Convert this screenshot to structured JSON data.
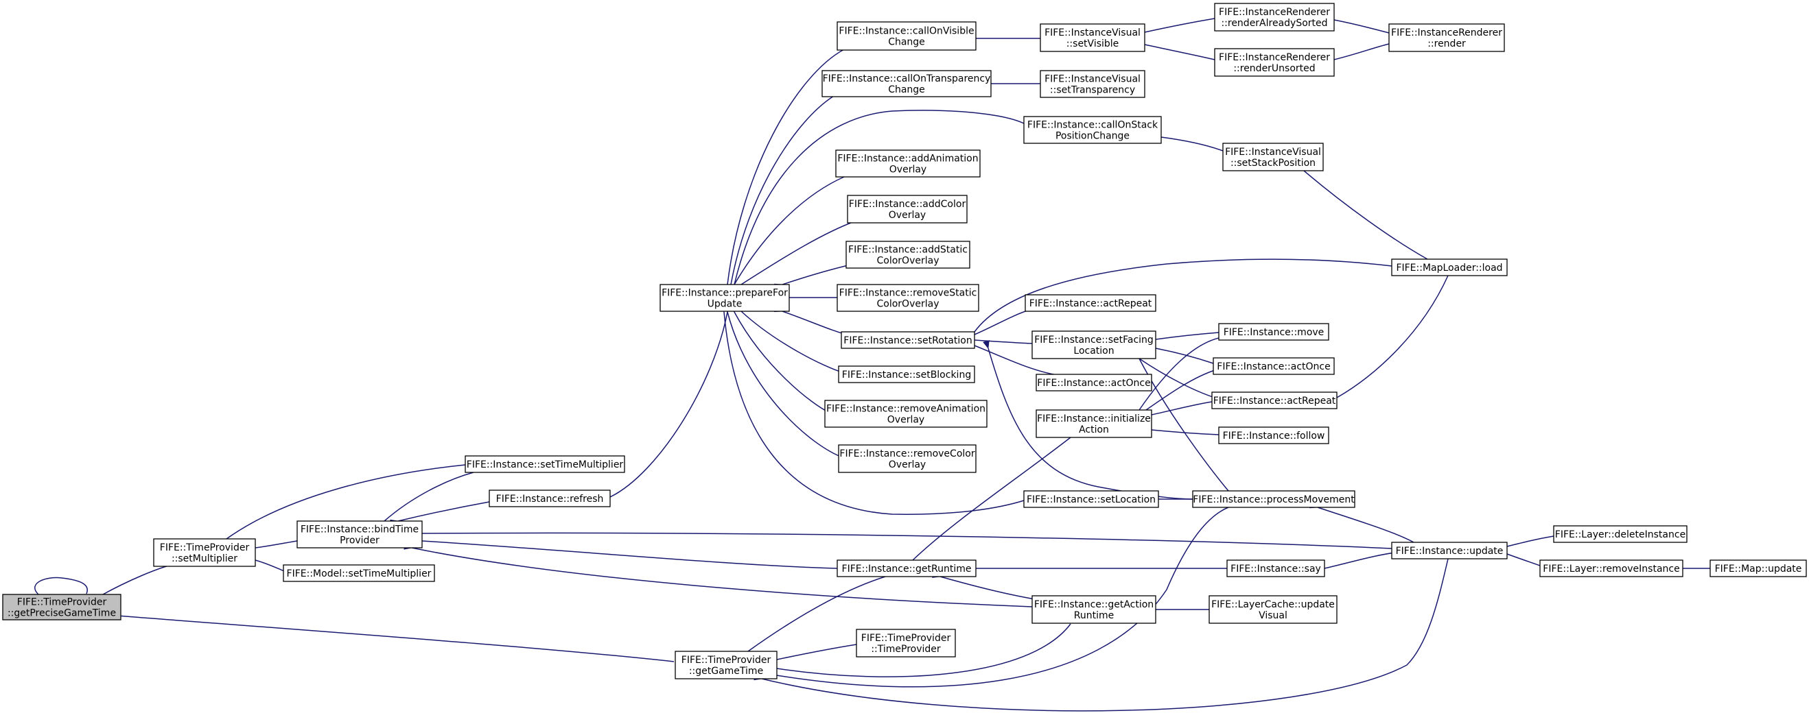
{
  "nodes": [
    {
      "id": "root",
      "lines": [
        "FIFE::TimeProvider",
        "::getPreciseGameTime"
      ],
      "root": true
    },
    {
      "id": "tp_setMultiplier",
      "lines": [
        "FIFE::TimeProvider",
        "::setMultiplier"
      ]
    },
    {
      "id": "tp_getGameTime",
      "lines": [
        "FIFE::TimeProvider",
        "::getGameTime"
      ]
    },
    {
      "id": "inst_bindTimeProvider",
      "lines": [
        "FIFE::Instance::bindTime",
        "Provider"
      ]
    },
    {
      "id": "model_setTimeMultiplier",
      "lines": [
        "FIFE::Model::setTimeMultiplier"
      ]
    },
    {
      "id": "inst_setTimeMultiplier",
      "lines": [
        "FIFE::Instance::setTimeMultiplier"
      ]
    },
    {
      "id": "inst_refresh",
      "lines": [
        "FIFE::Instance::refresh"
      ]
    },
    {
      "id": "inst_prepareForUpdate",
      "lines": [
        "FIFE::Instance::prepareFor",
        "Update"
      ]
    },
    {
      "id": "inst_getRuntime",
      "lines": [
        "FIFE::Instance::getRuntime"
      ]
    },
    {
      "id": "tp_TimeProvider",
      "lines": [
        "FIFE::TimeProvider",
        "::TimeProvider"
      ]
    },
    {
      "id": "inst_callOnVisibleChange",
      "lines": [
        "FIFE::Instance::callOnVisible",
        "Change"
      ]
    },
    {
      "id": "inst_callOnTransparencyChange",
      "lines": [
        "FIFE::Instance::callOnTransparency",
        "Change"
      ]
    },
    {
      "id": "inst_addAnimationOverlay",
      "lines": [
        "FIFE::Instance::addAnimation",
        "Overlay"
      ]
    },
    {
      "id": "inst_addColorOverlay",
      "lines": [
        "FIFE::Instance::addColor",
        "Overlay"
      ]
    },
    {
      "id": "inst_addStaticColorOverlay",
      "lines": [
        "FIFE::Instance::addStatic",
        "ColorOverlay"
      ]
    },
    {
      "id": "inst_removeStaticColorOverlay",
      "lines": [
        "FIFE::Instance::removeStatic",
        "ColorOverlay"
      ]
    },
    {
      "id": "inst_setRotation",
      "lines": [
        "FIFE::Instance::setRotation"
      ]
    },
    {
      "id": "inst_setBlocking",
      "lines": [
        "FIFE::Instance::setBlocking"
      ]
    },
    {
      "id": "inst_removeAnimationOverlay",
      "lines": [
        "FIFE::Instance::removeAnimation",
        "Overlay"
      ]
    },
    {
      "id": "inst_removeColorOverlay",
      "lines": [
        "FIFE::Instance::removeColor",
        "Overlay"
      ]
    },
    {
      "id": "iv_setVisible",
      "lines": [
        "FIFE::InstanceVisual",
        "::setVisible"
      ]
    },
    {
      "id": "iv_setTransparency",
      "lines": [
        "FIFE::InstanceVisual",
        "::setTransparency"
      ]
    },
    {
      "id": "inst_callOnStackPositionChange",
      "lines": [
        "FIFE::Instance::callOnStack",
        "PositionChange"
      ]
    },
    {
      "id": "inst_actRepeat_a",
      "lines": [
        "FIFE::Instance::actRepeat"
      ]
    },
    {
      "id": "inst_setFacingLocation",
      "lines": [
        "FIFE::Instance::setFacing",
        "Location"
      ]
    },
    {
      "id": "inst_actOnce_a",
      "lines": [
        "FIFE::Instance::actOnce"
      ]
    },
    {
      "id": "inst_initializeAction",
      "lines": [
        "FIFE::Instance::initialize",
        "Action"
      ]
    },
    {
      "id": "inst_setLocation",
      "lines": [
        "FIFE::Instance::setLocation"
      ]
    },
    {
      "id": "inst_getActionRuntime",
      "lines": [
        "FIFE::Instance::getAction",
        "Runtime"
      ]
    },
    {
      "id": "ir_renderAlreadySorted",
      "lines": [
        "FIFE::InstanceRenderer",
        "::renderAlreadySorted"
      ]
    },
    {
      "id": "ir_renderUnsorted",
      "lines": [
        "FIFE::InstanceRenderer",
        "::renderUnsorted"
      ]
    },
    {
      "id": "iv_setStackPosition",
      "lines": [
        "FIFE::InstanceVisual",
        "::setStackPosition"
      ]
    },
    {
      "id": "inst_move",
      "lines": [
        "FIFE::Instance::move"
      ]
    },
    {
      "id": "inst_actOnce_b",
      "lines": [
        "FIFE::Instance::actOnce"
      ]
    },
    {
      "id": "inst_actRepeat_b",
      "lines": [
        "FIFE::Instance::actRepeat"
      ]
    },
    {
      "id": "inst_follow",
      "lines": [
        "FIFE::Instance::follow"
      ]
    },
    {
      "id": "inst_processMovement",
      "lines": [
        "FIFE::Instance::processMovement"
      ]
    },
    {
      "id": "inst_say",
      "lines": [
        "FIFE::Instance::say"
      ]
    },
    {
      "id": "lc_updateVisual",
      "lines": [
        "FIFE::LayerCache::update",
        "Visual"
      ]
    },
    {
      "id": "ir_render",
      "lines": [
        "FIFE::InstanceRenderer",
        "::render"
      ]
    },
    {
      "id": "ml_load",
      "lines": [
        "FIFE::MapLoader::load"
      ]
    },
    {
      "id": "inst_update",
      "lines": [
        "FIFE::Instance::update"
      ]
    },
    {
      "id": "layer_deleteInstance",
      "lines": [
        "FIFE::Layer::deleteInstance"
      ]
    },
    {
      "id": "layer_removeInstance",
      "lines": [
        "FIFE::Layer::removeInstance"
      ]
    },
    {
      "id": "map_update",
      "lines": [
        "FIFE::Map::update"
      ]
    }
  ],
  "edges": [
    {
      "from": "root",
      "to": "root"
    },
    {
      "from": "root",
      "to": "tp_setMultiplier"
    },
    {
      "from": "root",
      "to": "tp_getGameTime"
    },
    {
      "from": "tp_setMultiplier",
      "to": "inst_setTimeMultiplier"
    },
    {
      "from": "tp_setMultiplier",
      "to": "inst_bindTimeProvider"
    },
    {
      "from": "tp_setMultiplier",
      "to": "model_setTimeMultiplier"
    },
    {
      "from": "inst_bindTimeProvider",
      "to": "inst_setTimeMultiplier"
    },
    {
      "from": "inst_bindTimeProvider",
      "to": "inst_refresh"
    },
    {
      "from": "inst_bindTimeProvider",
      "to": "inst_update"
    },
    {
      "from": "inst_bindTimeProvider",
      "to": "inst_getRuntime"
    },
    {
      "from": "inst_bindTimeProvider",
      "to": "inst_getActionRuntime"
    },
    {
      "from": "inst_prepareForUpdate",
      "to": "inst_refresh"
    },
    {
      "from": "inst_prepareForUpdate",
      "to": "inst_callOnVisibleChange"
    },
    {
      "from": "inst_prepareForUpdate",
      "to": "inst_callOnTransparencyChange"
    },
    {
      "from": "inst_prepareForUpdate",
      "to": "inst_callOnStackPositionChange"
    },
    {
      "from": "inst_prepareForUpdate",
      "to": "inst_addAnimationOverlay"
    },
    {
      "from": "inst_prepareForUpdate",
      "to": "inst_addColorOverlay"
    },
    {
      "from": "inst_prepareForUpdate",
      "to": "inst_addStaticColorOverlay"
    },
    {
      "from": "inst_prepareForUpdate",
      "to": "inst_removeStaticColorOverlay"
    },
    {
      "from": "inst_prepareForUpdate",
      "to": "inst_setRotation"
    },
    {
      "from": "inst_prepareForUpdate",
      "to": "inst_setBlocking"
    },
    {
      "from": "inst_prepareForUpdate",
      "to": "inst_removeAnimationOverlay"
    },
    {
      "from": "inst_prepareForUpdate",
      "to": "inst_removeColorOverlay"
    },
    {
      "from": "inst_prepareForUpdate",
      "to": "inst_setLocation"
    },
    {
      "from": "inst_callOnVisibleChange",
      "to": "iv_setVisible"
    },
    {
      "from": "inst_callOnTransparencyChange",
      "to": "iv_setTransparency"
    },
    {
      "from": "inst_callOnStackPositionChange",
      "to": "iv_setStackPosition"
    },
    {
      "from": "iv_setVisible",
      "to": "ir_renderAlreadySorted"
    },
    {
      "from": "iv_setVisible",
      "to": "ir_renderUnsorted"
    },
    {
      "from": "ir_renderAlreadySorted",
      "to": "ir_render"
    },
    {
      "from": "ir_renderUnsorted",
      "to": "ir_render"
    },
    {
      "from": "iv_setStackPosition",
      "to": "ml_load"
    },
    {
      "from": "inst_setRotation",
      "to": "ml_load"
    },
    {
      "from": "inst_setRotation",
      "to": "inst_actRepeat_a"
    },
    {
      "from": "inst_setRotation",
      "to": "inst_setFacingLocation"
    },
    {
      "from": "inst_setRotation",
      "to": "inst_actOnce_a"
    },
    {
      "from": "inst_setRotation",
      "to": "inst_processMovement"
    },
    {
      "from": "inst_setFacingLocation",
      "to": "inst_move"
    },
    {
      "from": "inst_setFacingLocation",
      "to": "inst_actOnce_b"
    },
    {
      "from": "inst_setFacingLocation",
      "to": "inst_actRepeat_b"
    },
    {
      "from": "inst_setFacingLocation",
      "to": "inst_processMovement"
    },
    {
      "from": "inst_initializeAction",
      "to": "inst_move"
    },
    {
      "from": "inst_initializeAction",
      "to": "inst_actOnce_b"
    },
    {
      "from": "inst_initializeAction",
      "to": "inst_actRepeat_b"
    },
    {
      "from": "inst_initializeAction",
      "to": "inst_follow"
    },
    {
      "from": "inst_actRepeat_b",
      "to": "ml_load"
    },
    {
      "from": "inst_setLocation",
      "to": "inst_processMovement"
    },
    {
      "from": "inst_processMovement",
      "to": "inst_update"
    },
    {
      "from": "inst_getRuntime",
      "to": "inst_initializeAction"
    },
    {
      "from": "inst_getRuntime",
      "to": "inst_say"
    },
    {
      "from": "inst_getRuntime",
      "to": "inst_getActionRuntime"
    },
    {
      "from": "inst_say",
      "to": "inst_update"
    },
    {
      "from": "inst_getActionRuntime",
      "to": "lc_updateVisual"
    },
    {
      "from": "tp_getGameTime",
      "to": "inst_getRuntime"
    },
    {
      "from": "tp_getGameTime",
      "to": "tp_TimeProvider"
    },
    {
      "from": "tp_getGameTime",
      "to": "inst_getActionRuntime"
    },
    {
      "from": "tp_getGameTime",
      "to": "inst_processMovement"
    },
    {
      "from": "tp_getGameTime",
      "to": "inst_update"
    },
    {
      "from": "inst_update",
      "to": "layer_deleteInstance"
    },
    {
      "from": "inst_update",
      "to": "layer_removeInstance"
    },
    {
      "from": "layer_removeInstance",
      "to": "map_update"
    }
  ]
}
